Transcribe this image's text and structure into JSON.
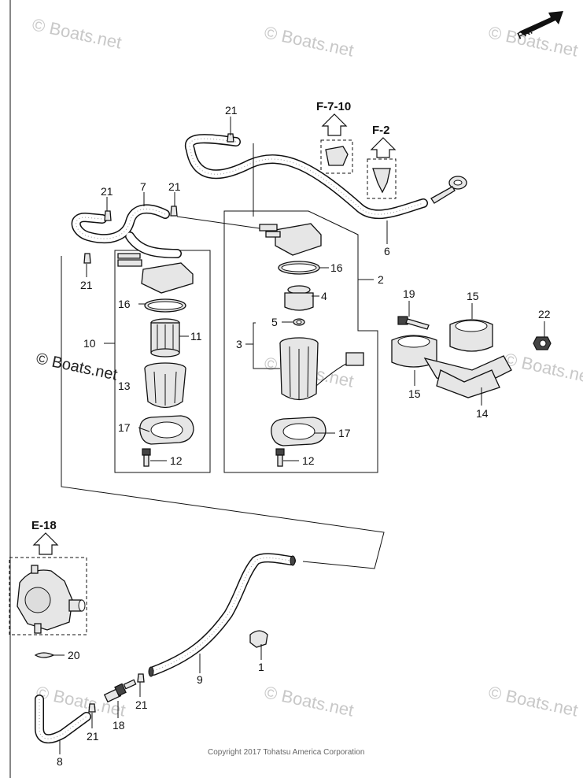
{
  "refs": {
    "f710": "F-7-10",
    "f2": "F-2",
    "e18": "E-18",
    "fr": "FR."
  },
  "labels": {
    "l21a": "21",
    "l7": "7",
    "l21b": "21",
    "l21c": "21",
    "l21d": "21",
    "l6": "6",
    "l2": "2",
    "l16a": "16",
    "l16b": "16",
    "l4": "4",
    "l5": "5",
    "l3": "3",
    "l10": "10",
    "l11": "11",
    "l13": "13",
    "l17a": "17",
    "l17b": "17",
    "l12a": "12",
    "l12b": "12",
    "l19": "19",
    "l15a": "15",
    "l15b": "15",
    "l22": "22",
    "l14": "14",
    "l1": "1",
    "l9": "9",
    "l20": "20",
    "l21e": "21",
    "l21f": "21",
    "l18": "18",
    "l8": "8"
  },
  "watermarks": {
    "w1": "© Boats.net",
    "w2": "© Boats.net",
    "w3": "© Boats.net",
    "w4": "© Boats.net",
    "w5": "© Boats.net",
    "w6": "© Boats.net",
    "w7": "© Boats.net",
    "w8": "© Boats.net",
    "w9": "© Boats.net"
  },
  "copyright": "Copyright 2017 Tohatsu America Corporation"
}
